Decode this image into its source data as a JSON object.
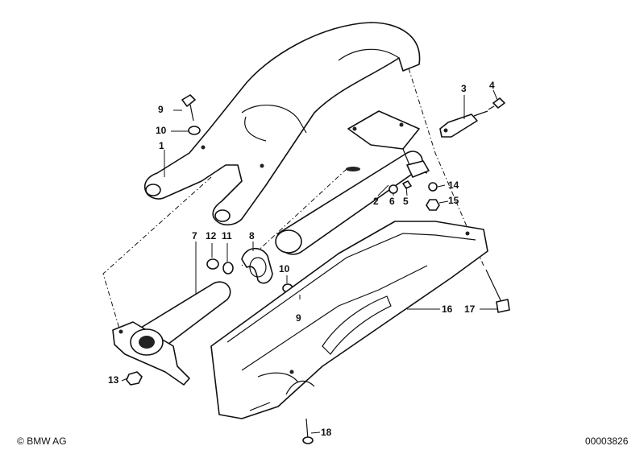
{
  "parts": [
    {
      "id": "p1",
      "label": "1"
    },
    {
      "id": "p2",
      "label": "2"
    },
    {
      "id": "p3",
      "label": "3"
    },
    {
      "id": "p4",
      "label": "4"
    },
    {
      "id": "p5",
      "label": "5"
    },
    {
      "id": "p6",
      "label": "6"
    },
    {
      "id": "p7",
      "label": "7"
    },
    {
      "id": "p8",
      "label": "8"
    },
    {
      "id": "p9a",
      "label": "9"
    },
    {
      "id": "p9b",
      "label": "9"
    },
    {
      "id": "p10a",
      "label": "10"
    },
    {
      "id": "p10b",
      "label": "10"
    },
    {
      "id": "p11",
      "label": "11"
    },
    {
      "id": "p12",
      "label": "12"
    },
    {
      "id": "p13",
      "label": "13"
    },
    {
      "id": "p14",
      "label": "14"
    },
    {
      "id": "p15",
      "label": "15"
    },
    {
      "id": "p16",
      "label": "16"
    },
    {
      "id": "p17",
      "label": "17"
    },
    {
      "id": "p18",
      "label": "18"
    }
  ],
  "footer": {
    "copyright_symbol": "©",
    "brand": "BMW AG",
    "diagram_number": "00003826"
  }
}
